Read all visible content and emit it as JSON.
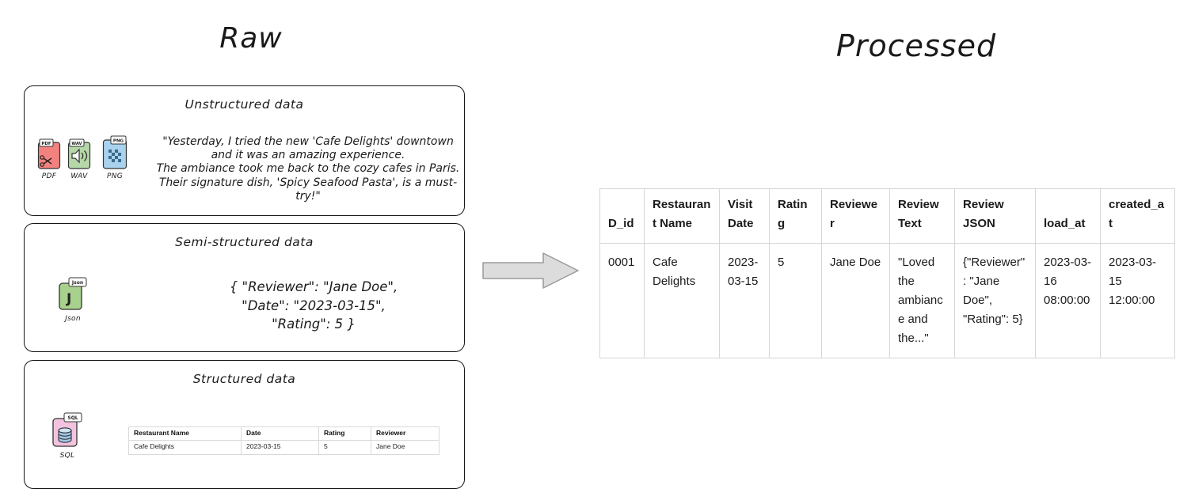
{
  "raw_title": "Raw",
  "processed_title": "Processed",
  "unstructured": {
    "title": "Unstructured data",
    "quote_lines": [
      "\"Yesterday, I tried the new 'Cafe Delights' downtown",
      "and it was an amazing experience.",
      "The ambiance took me back to the cozy cafes in Paris.",
      "Their signature dish, 'Spicy Seafood Pasta', is a must-try!\""
    ],
    "icons": {
      "pdf": {
        "badge": "PDF",
        "caption": "PDF"
      },
      "wav": {
        "badge": "WAV",
        "caption": "WAV"
      },
      "png": {
        "badge": "PNG",
        "caption": "PNG"
      }
    }
  },
  "semi_structured": {
    "title": "Semi-structured data",
    "icon": {
      "badge": "Json",
      "caption": "Json"
    },
    "json_lines": [
      "{  \"Reviewer\": \"Jane Doe\",",
      "\"Date\": \"2023-03-15\",",
      "\"Rating\": 5  }"
    ]
  },
  "structured": {
    "title": "Structured data",
    "icon": {
      "badge": "SQL",
      "caption": "SQL"
    },
    "table": {
      "headers": [
        "Restaurant Name",
        "Date",
        "Rating",
        "Reviewer"
      ],
      "row": [
        "Cafe Delights",
        "2023-03-15",
        "5",
        "Jane Doe"
      ]
    }
  },
  "processed_table": {
    "headers": [
      "D_id",
      "Restaurant Name",
      "Visit Date",
      "Rating",
      "Reviewer",
      "Review Text",
      "Review JSON",
      "load_at",
      "created_at"
    ],
    "row": [
      "0001",
      "Cafe Delights",
      "2023-03-15",
      "5",
      "Jane Doe",
      "\"Loved the ambiance and the...\"",
      "{\"Reviewer\": \"Jane Doe\", \"Rating\": 5}",
      "2023-03-16 08:00:00",
      "2023-03-15 12:00:00"
    ]
  },
  "colors": {
    "pdf_icon": "#f2827f",
    "wav_icon": "#b6d7a8",
    "png_icon": "#a9d2ee",
    "json_icon": "#a9d18e",
    "sql_icon": "#f2c3de",
    "arrow_fill": "#dcdcdc"
  }
}
